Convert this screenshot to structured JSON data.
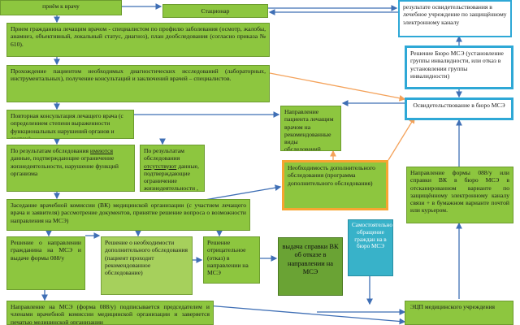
{
  "boxes": {
    "top_left": "приём к врачу",
    "stationary": "Стационар",
    "result_sent": "результате освидетельствования в лечебное учреждение по защищённому электронному каналу",
    "treatment": "Прием гражданина лечащим врачом - специалистом по профилю заболевания (осмотр, жалобы, анамнез, объективный, локальный статус, диагноз), план дообследования (согласно приказа № 610).",
    "exams": "Прохождение пациентом необходимых диагностических исследований (лабораторных, инструментальных), получение консультаций и заключений врачей – специалистов.",
    "repeat": "Повторная консультация лечащего врача (с определением степени выраженности функциональных нарушений органов и систем).",
    "found_yes_1": "По результатам обследования",
    "found_yes_em": "имеются",
    "found_yes_2": "данные, подтверждающие ограничение жизнедеятельности, нарушение функций организма",
    "found_no_1": "По результатам обследования",
    "found_no_em": "отсутствуют",
    "found_no_2": "данные, подтверждающие ограничение жизнедеятельности , нарушение функций организма",
    "vk_meeting": "Заседание врачебной комиссии (ВК) медицинской организации (с участием лечащего врача и заявителя) рассмотрение документов, принятие решение вопроса о возможности направления на МСЭ)",
    "decision_send": "Решение о направлении гражданина на МСЭ и выдаче формы 088/у",
    "decision_extra": "Решение о необходимости дополнительного обследования (пациент проходит рекомендованное обследование)",
    "decision_refuse": "Решение отрицательное (отказ) в направлении на МСЭ",
    "refusal_cert": "выдача справки ВК об отказе в направлении на МСЭ",
    "self_apply": "Самостоятельное обращение граждан на в бюро МСЭ",
    "signed": "Направление на МСЭ (форма 088/у) подписывается председателем и членами врачебной комиссии медицинской организации и заверяется печатью медицинской организации",
    "sent_referral": "Направление пациента лечащим врачом на рекомендованные виды обследований.",
    "extra_program": "Необходимость дополнительного обследования (программа дополнительного обследования)",
    "bureau_decision": "Решение Бюро МСЭ (установление группы инвалидности, или отказ в установлении группы инвалидности)",
    "bureau_exam": "Освидетельствование в бюро МСЭ",
    "form_send": "Направление формы 088/у или справки ВК в бюро МСЭ в отсканированном варианте по защищённому электронному каналу связи + в бумажном варианте почтой или курьером.",
    "ecp": "ЭЦП медицинского учреждения"
  },
  "colors": {
    "green": "#8dc63f",
    "blue_border": "#2ea8d6",
    "orange_border": "#f7a531",
    "teal": "#38b2c9",
    "arrow": "#3f6fb5",
    "orange_arrow": "#f4a25a"
  }
}
